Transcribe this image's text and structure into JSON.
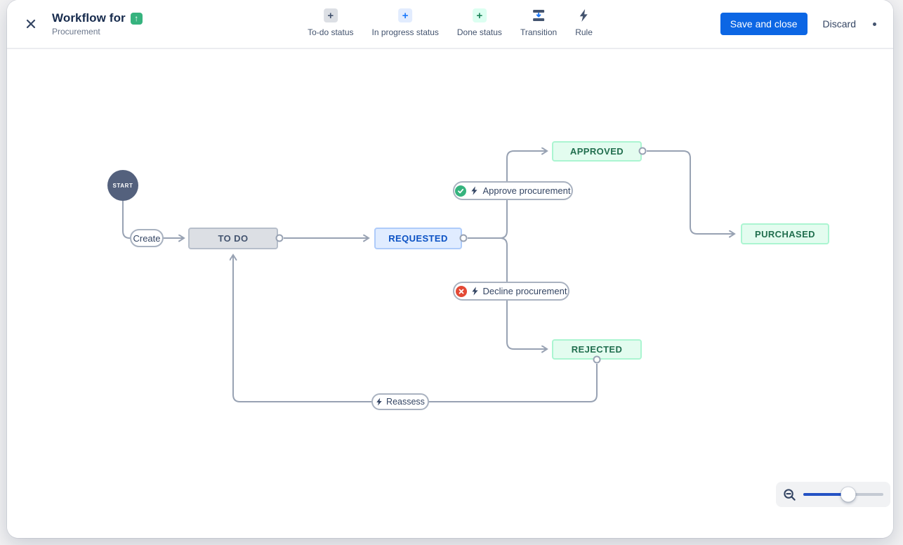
{
  "window": {
    "title": "Workflow for",
    "subtitle": "Procurement",
    "title_icon": "green-up-arrow-issue-type-icon",
    "title_icon_glyph": "↑"
  },
  "toolbar": {
    "items": [
      {
        "label": "To-do status",
        "icon": "plus-grey-icon",
        "plus": "+"
      },
      {
        "label": "In progress status",
        "icon": "plus-blue-icon",
        "plus": "+"
      },
      {
        "label": "Done status",
        "icon": "plus-green-icon",
        "plus": "+"
      },
      {
        "label": "Transition",
        "icon": "transition-icon"
      },
      {
        "label": "Rule",
        "icon": "lightning-bolt-icon"
      }
    ],
    "save_button": "Save and close",
    "discard_button": "Discard"
  },
  "diagram": {
    "start_node": {
      "label": "START"
    },
    "statuses": [
      {
        "label": "TO DO",
        "category": "todo"
      },
      {
        "label": "REQUESTED",
        "category": "in-progress"
      },
      {
        "label": "APPROVED",
        "category": "done"
      },
      {
        "label": "PURCHASED",
        "category": "done"
      },
      {
        "label": "REJECTED",
        "category": "done"
      }
    ],
    "transitions": [
      {
        "label": "Create",
        "icons": []
      },
      {
        "label": "Approve procurement",
        "icons": [
          "approved-check-icon",
          "rule-bolt-icon"
        ]
      },
      {
        "label": "Decline procurement",
        "icons": [
          "declined-cross-icon",
          "rule-bolt-icon"
        ]
      },
      {
        "label": "Reassess",
        "icons": [
          "rule-bolt-icon"
        ]
      }
    ]
  },
  "zoom_control": {
    "zoom_out_icon": "magnifier-minus-icon",
    "slider_position_pct": 56
  },
  "colors": {
    "accent_blue": "#0C66E4",
    "todo_grey_bg": "#DCDFE4",
    "inprogress_blue_bg": "#E0ECFF",
    "done_green_bg": "#E3FCEF",
    "done_green_text": "#216E4E",
    "approve_badge_green": "#36B37E",
    "decline_badge_red": "#E34935",
    "edge_grey": "#9AA4B3",
    "start_node_navy": "#54617D"
  }
}
